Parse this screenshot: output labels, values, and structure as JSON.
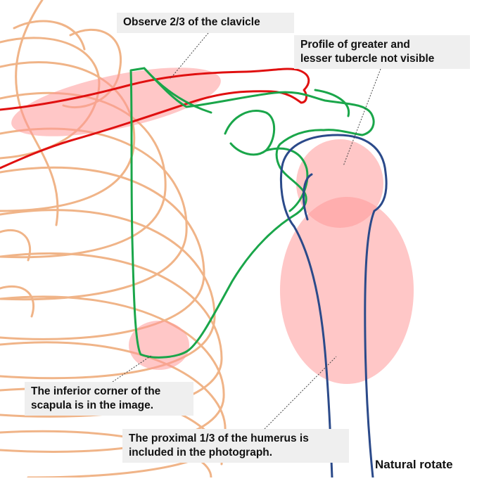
{
  "annotations": {
    "clavicle": "Observe 2/3 of the clavicle",
    "tubercle": "Profile of greater and\nlesser tubercle not visible",
    "scapula": "The inferior corner of the\nscapula is in the image.",
    "humerus": "The proximal 1/3 of the humerus is\nincluded in the photograph."
  },
  "position_label": "Natural rotate",
  "colors": {
    "ribs": "#f0b488",
    "clavicle": "#e01010",
    "scapula": "#1aa64a",
    "humerus": "#2b4a8a",
    "highlight": "#ff9999"
  }
}
